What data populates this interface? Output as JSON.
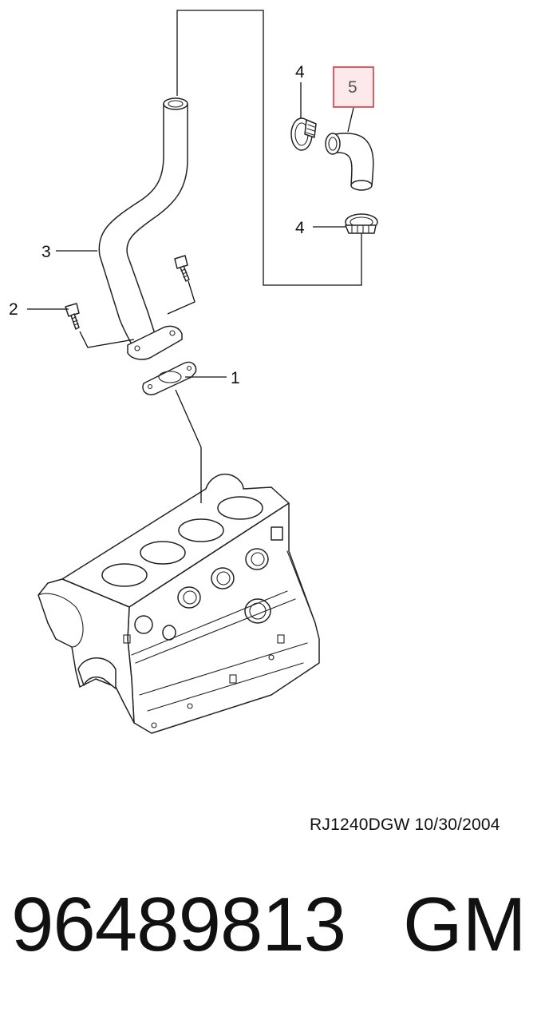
{
  "diagram": {
    "callouts": [
      {
        "id": "1",
        "label": "1"
      },
      {
        "id": "2",
        "label": "2"
      },
      {
        "id": "3",
        "label": "3"
      },
      {
        "id": "4a",
        "label": "4"
      },
      {
        "id": "4b",
        "label": "4"
      },
      {
        "id": "5",
        "label": "5",
        "highlighted": true
      }
    ],
    "highlight_color": "#d9363e",
    "highlight_fill": "#fde8ec"
  },
  "footer": {
    "drawing_code": "RJ1240DGW  10/30/2004",
    "part_number": "96489813",
    "brand": "GM"
  }
}
